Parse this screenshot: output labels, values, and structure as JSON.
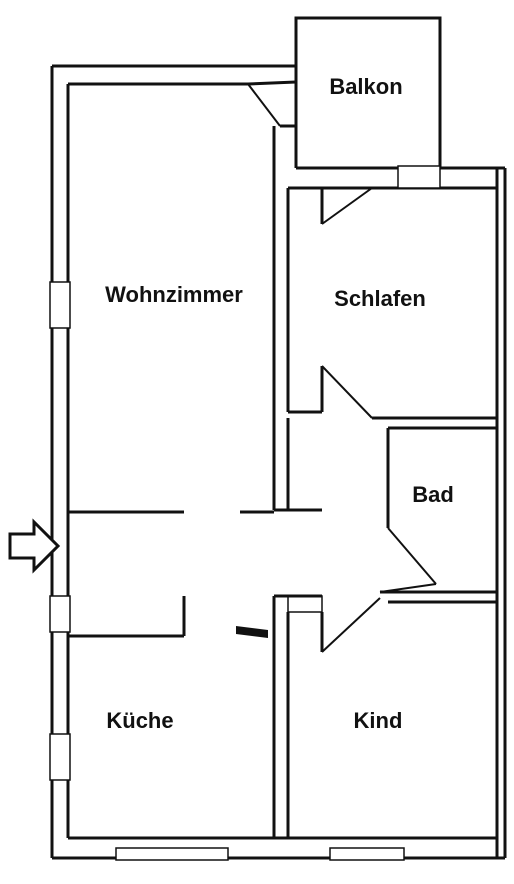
{
  "rooms": {
    "balkon": "Balkon",
    "wohnzimmer": "Wohnzimmer",
    "schlafen": "Schlafen",
    "bad": "Bad",
    "kueche": "Küche",
    "kind": "Kind"
  },
  "colors": {
    "wall": "#111111",
    "background": "#ffffff"
  },
  "icons": {
    "entrance": "arrow-right-icon"
  }
}
